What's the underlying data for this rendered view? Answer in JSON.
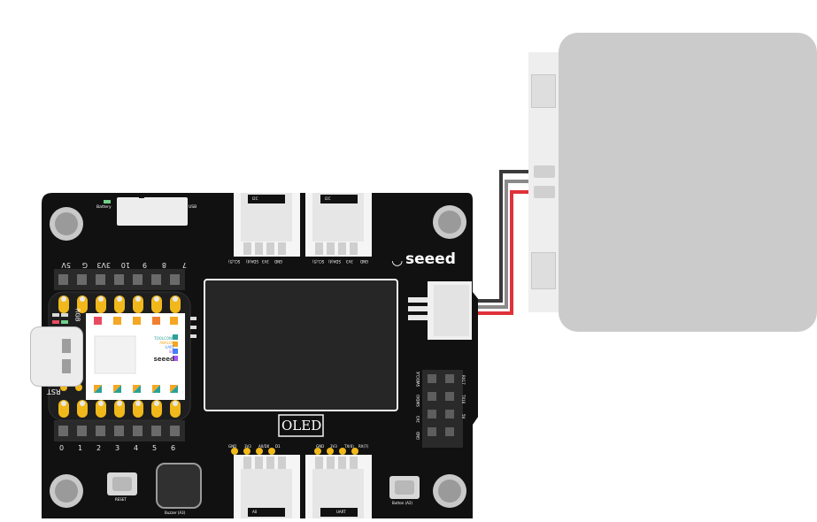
{
  "board": {
    "brand": "seeed",
    "top_left_labels": {
      "battery": "Battery",
      "usb": "USB"
    },
    "top_pin_labels": [
      "5V",
      "G",
      "3V3",
      "10",
      "9",
      "8",
      "7"
    ],
    "bottom_pin_labels": [
      "0",
      "1",
      "2",
      "3",
      "4",
      "5",
      "6"
    ],
    "side_labels": {
      "reset": "RST",
      "rgb": "RGB"
    },
    "oled_label": "OLED",
    "buttons": {
      "reset": "RESET",
      "buzzer": "Buzzer (A3)",
      "button": "Button (A2)"
    },
    "grove_top_left": {
      "title": "I2C",
      "pins": [
        "SCL(5)",
        "SDA(4)",
        "3V3",
        "GND"
      ]
    },
    "grove_top_right": {
      "title": "I2C",
      "pins": [
        "SCL(5)",
        "SDA(4)",
        "3V3",
        "GND"
      ]
    },
    "grove_bottom_left": {
      "title": "A0",
      "pins": [
        "GND",
        "3V3",
        "A0/D0",
        "D1"
      ]
    },
    "grove_bottom_right": {
      "title": "UART",
      "pins": [
        "GND",
        "3V3",
        "TX(6)",
        "RX(7)"
      ]
    },
    "right_header_labels": [
      "SWDCLK",
      "SWDIO",
      "3V3",
      "GND",
      "RX17",
      "TX16",
      "5V"
    ],
    "xiao_labels": {
      "brand": "seeed",
      "rows": [
        "TOOLCONN",
        "ANALOG",
        "UART",
        "SPI"
      ]
    }
  },
  "module": {
    "wire_colors": {
      "black": "#3a3a3a",
      "red": "#e0313a",
      "gray": "#7a7a7a"
    }
  }
}
